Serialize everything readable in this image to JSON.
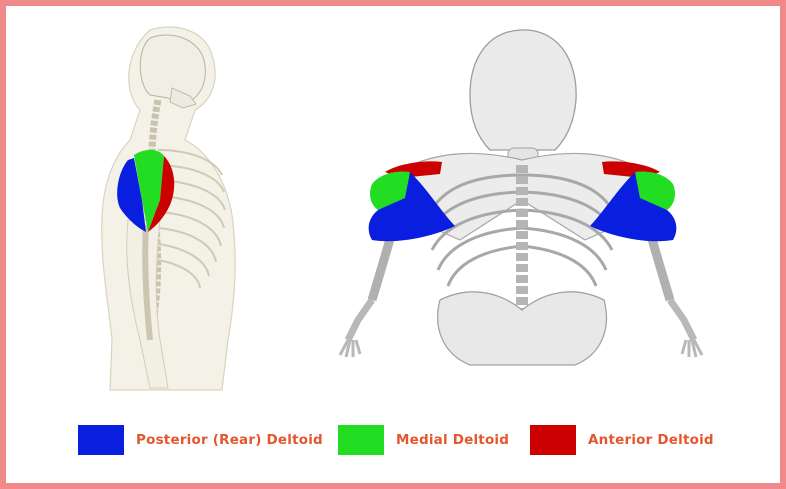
{
  "colors": {
    "frame": "#f08a8a",
    "posterior": "#0a1ee0",
    "medial": "#22dd22",
    "anterior": "#cc0000",
    "label_text": "#e4572e",
    "bone_fill": "#e9e9e9",
    "bone_stroke": "#9a9a9a",
    "body_outline": "#efece0"
  },
  "legend": [
    {
      "label": "Posterior (Rear) Deltoid",
      "color_key": "posterior"
    },
    {
      "label": "Medial Deltoid",
      "color_key": "medial"
    },
    {
      "label": "Anterior Deltoid",
      "color_key": "anterior"
    }
  ]
}
